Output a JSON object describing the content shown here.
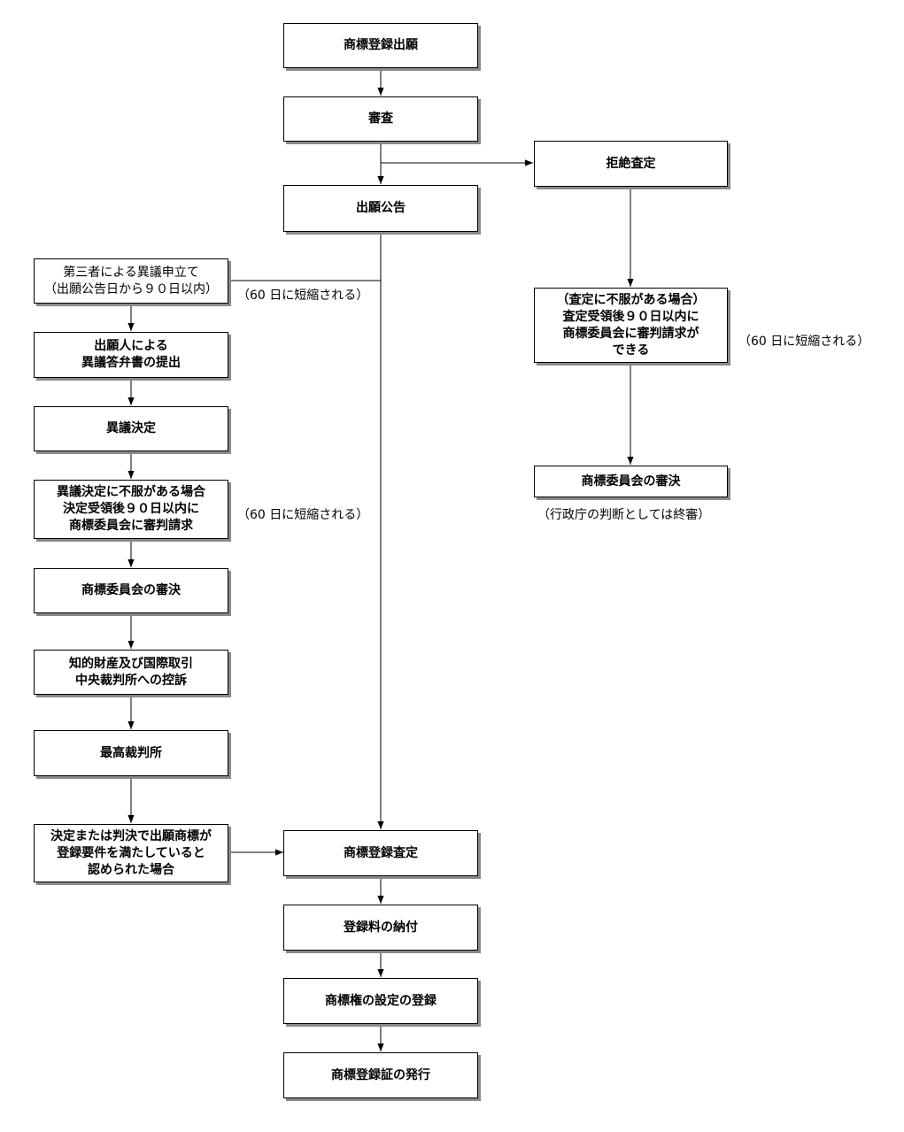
{
  "main_flow": {
    "application": "商標登録出願",
    "examination": "審査",
    "publication": "出願公告",
    "registration_decision": "商標登録査定",
    "fee_payment": "登録料の納付",
    "right_registration": "商標権の設定の登録",
    "certificate_issue": "商標登録証の発行"
  },
  "rejection_flow": {
    "rejection": "拒絶査定",
    "appeal_request": "（査定に不服がある場合）\n査定受領後９０日以内に\n商標委員会に審判請求が\nできる",
    "board_decision": "商標委員会の審決",
    "shortened_note": "（60 日に短縮される）",
    "final_note": "（行政庁の判断としては終審）"
  },
  "opposition_flow": {
    "opposition": "第三者による異議申立て\n（出願公告日から９０日以内）",
    "opposition_note": "（60 日に短縮される）",
    "answer": "出願人による\n異議答弁書の提出",
    "opposition_decision": "異議決定",
    "appeal_request": "異議決定に不服がある場合\n決定受領後９０日以内に\n商標委員会に審判請求",
    "appeal_note": "（60 日に短縮される）",
    "board_decision": "商標委員会の審決",
    "ip_court": "知的財産及び国際取引\n中央裁判所への控訴",
    "supreme_court": "最高裁判所",
    "favorable_outcome": "決定または判決で出願商標が\n登録要件を満たしていると\n認められた場合"
  }
}
